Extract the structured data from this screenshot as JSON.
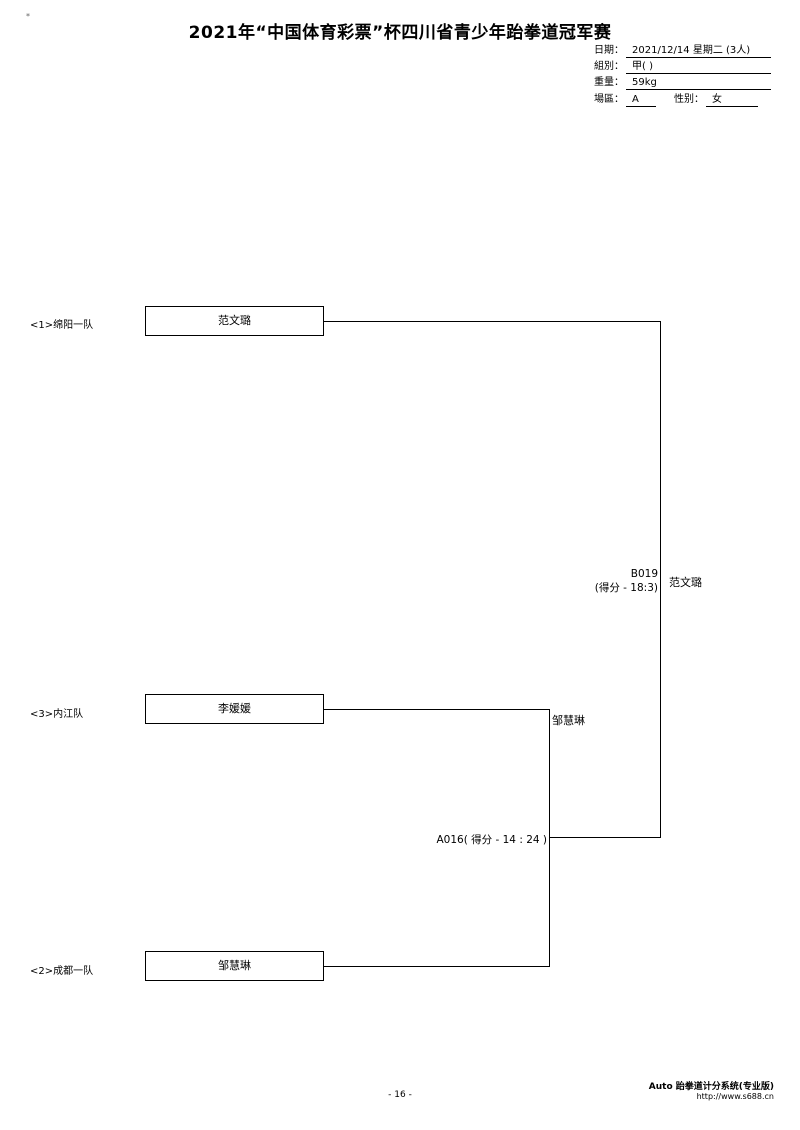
{
  "title": "2021年“中国体育彩票”杯四川省青少年跆拳道冠军赛",
  "corner_mark": "*",
  "info": {
    "date_label": "日期：",
    "date_value": "2021/12/14 星期二 (3人)",
    "group_label": "組別：",
    "group_value": "甲( )",
    "weight_label": "重量：",
    "weight_value": "59kg",
    "venue_label": "場區：",
    "venue_value": "A",
    "gender_label": "性别：",
    "gender_value": "女"
  },
  "bracket": {
    "entries": [
      {
        "seed_team": "<1>绵阳一队",
        "name": "范文璐"
      },
      {
        "seed_team": "<3>内江队",
        "name": "李媛媛"
      },
      {
        "seed_team": "<2>成都一队",
        "name": "邹慧琳"
      }
    ],
    "matches": {
      "semi": {
        "label": "A016( 得分 - 14 : 24 )",
        "winner": "邹慧琳"
      },
      "final": {
        "code": "B019",
        "score": "(得分 - 18:3)",
        "winner": "范文璐"
      }
    }
  },
  "footer": {
    "page": "- 16 -",
    "software": "Auto 跆拳道计分系统(专业版)",
    "url": "http://www.s688.cn"
  }
}
